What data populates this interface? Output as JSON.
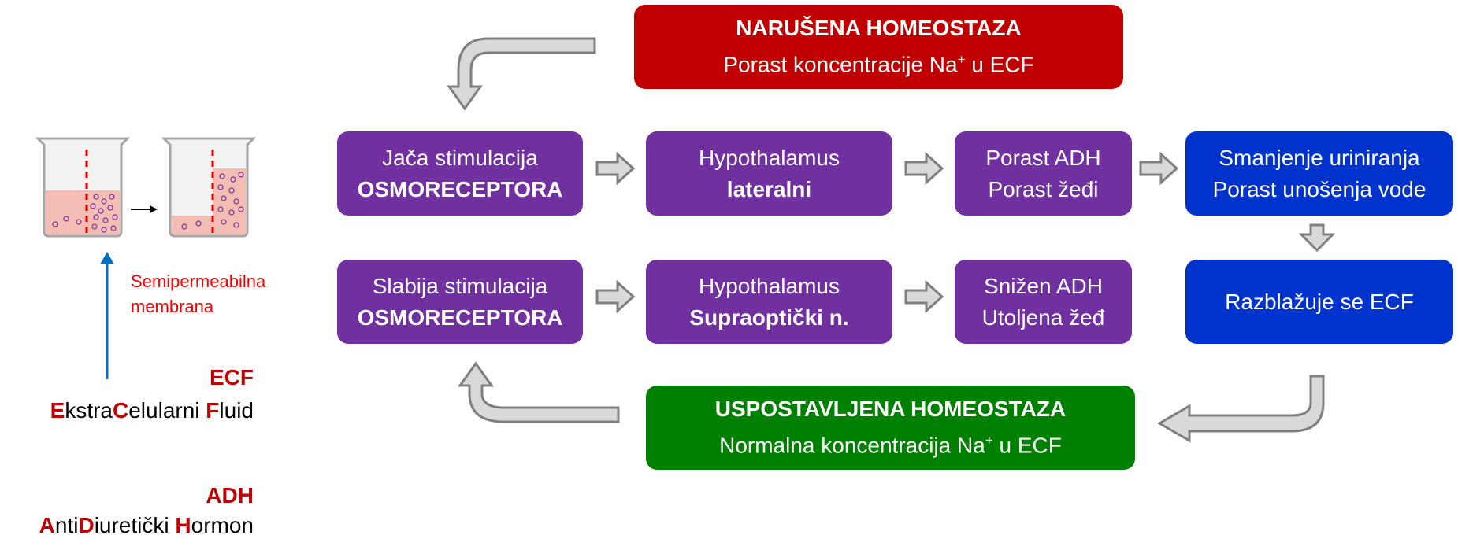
{
  "colors": {
    "disturbed": "#c00000",
    "stimulation": "#7030a0",
    "response": "#0033cc",
    "restored": "#008000",
    "arrow_fill": "#d9d9d9",
    "arrow_stroke": "#7f7f7f",
    "membrane_label": "#ff0000",
    "legend_accent": "#c00000"
  },
  "top_box": {
    "line1": "NARUŠENA HOMEOSTAZA",
    "line2_pre": "Porast koncentracije Na",
    "line2_sup": "+",
    "line2_post": " u ECF"
  },
  "bottom_box": {
    "line1": "USPOSTAVLJENA HOMEOSTAZA",
    "line2_pre": "Normalna koncentracija Na",
    "line2_sup": "+",
    "line2_post": " u ECF"
  },
  "row1": {
    "osmo": {
      "line1": "Jača stimulacija",
      "line2": "OSMORECEPTORA"
    },
    "hypo": {
      "line1": "Hypothalamus",
      "line2": "lateralni"
    },
    "adh": {
      "line1": "Porast ADH",
      "line2": "Porast žeđi"
    },
    "result": {
      "line1": "Smanjenje uriniranja",
      "line2": "Porast unošenja vode"
    }
  },
  "row2": {
    "osmo": {
      "line1": "Slabija stimulacija",
      "line2": "OSMORECEPTORA"
    },
    "hypo": {
      "line1": "Hypothalamus",
      "line2": "Supraoptički n."
    },
    "adh": {
      "line1": "Snižen ADH",
      "line2": "Utoljena žeđ"
    },
    "result": {
      "line1": "Razblažuje se ECF"
    }
  },
  "membrane_label": {
    "line1": "Semipermeabilna",
    "line2": "membrana"
  },
  "legend": {
    "ecf_abbr": "ECF",
    "ecf_parts": [
      "E",
      "kstra",
      "C",
      "elularni ",
      "F",
      "luid"
    ],
    "adh_abbr": "ADH",
    "adh_parts": [
      "A",
      "nti",
      "D",
      "iuretički ",
      "H",
      "ormon"
    ]
  }
}
